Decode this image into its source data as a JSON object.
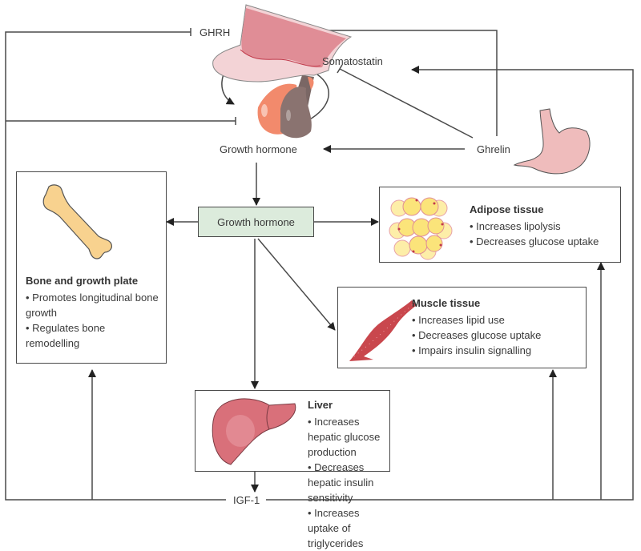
{
  "diagram": {
    "labels": {
      "ghrh": "GHRH",
      "somatostatin": "Somatostatin",
      "growth_hormone_pituitary": "Growth hormone",
      "ghrelin": "Ghrelin",
      "growth_hormone_box": "Growth hormone",
      "igf1": "IGF-1"
    },
    "organs": {
      "bone": {
        "title": "Bone and growth plate",
        "items": [
          "Promotes longitudinal bone growth",
          "Regulates bone remodelling"
        ]
      },
      "adipose": {
        "title": "Adipose tissue",
        "items": [
          "Increases lipolysis",
          "Decreases glucose uptake"
        ]
      },
      "muscle": {
        "title": "Muscle tissue",
        "items": [
          "Increases lipid use",
          "Decreases glucose uptake",
          "Impairs insulin signalling"
        ]
      },
      "liver": {
        "title": "Liver",
        "items": [
          "Increases hepatic glucose production",
          "Decreases hepatic insulin sensitivity",
          "Increases uptake of triglycerides"
        ]
      }
    },
    "edges": [
      {
        "from": "igf1",
        "to": "ghrh",
        "type": "inhibit"
      },
      {
        "from": "igf1",
        "to": "pituitary",
        "type": "inhibit"
      },
      {
        "from": "igf1",
        "to": "somatostatin",
        "type": "stimulate"
      },
      {
        "from": "ghrelin",
        "to": "ghrh",
        "type": "stimulate"
      },
      {
        "from": "ghrelin",
        "to": "somatostatin",
        "type": "inhibit"
      },
      {
        "from": "ghrelin",
        "to": "growth_hormone_pituitary",
        "type": "stimulate"
      },
      {
        "from": "ghrh",
        "to": "pituitary",
        "type": "stimulate"
      },
      {
        "from": "somatostatin",
        "to": "pituitary",
        "type": "inhibit"
      },
      {
        "from": "growth_hormone_pituitary",
        "to": "growth_hormone_box",
        "type": "stimulate"
      },
      {
        "from": "growth_hormone_box",
        "to": "bone",
        "type": "stimulate"
      },
      {
        "from": "growth_hormone_box",
        "to": "adipose",
        "type": "stimulate"
      },
      {
        "from": "growth_hormone_box",
        "to": "muscle",
        "type": "stimulate"
      },
      {
        "from": "growth_hormone_box",
        "to": "liver",
        "type": "stimulate"
      },
      {
        "from": "liver",
        "to": "igf1",
        "type": "stimulate"
      },
      {
        "from": "igf1",
        "to": "bone",
        "type": "stimulate"
      },
      {
        "from": "igf1",
        "to": "muscle",
        "type": "stimulate"
      },
      {
        "from": "igf1",
        "to": "adipose",
        "type": "stimulate"
      }
    ],
    "colors": {
      "line": "#4a4a4a",
      "gh_box_fill": "#dcebdc",
      "bone_fill": "#f8d28f",
      "stomach_fill": "#efbcbc",
      "liver_fill": "#d9707a",
      "muscle_fill": "#c9474d",
      "fat_fill": "#fbe47a",
      "pituitary_anterior": "#f28a6c",
      "pituitary_posterior": "#8a7370",
      "hypothalamus": "#f3d3d6"
    }
  }
}
